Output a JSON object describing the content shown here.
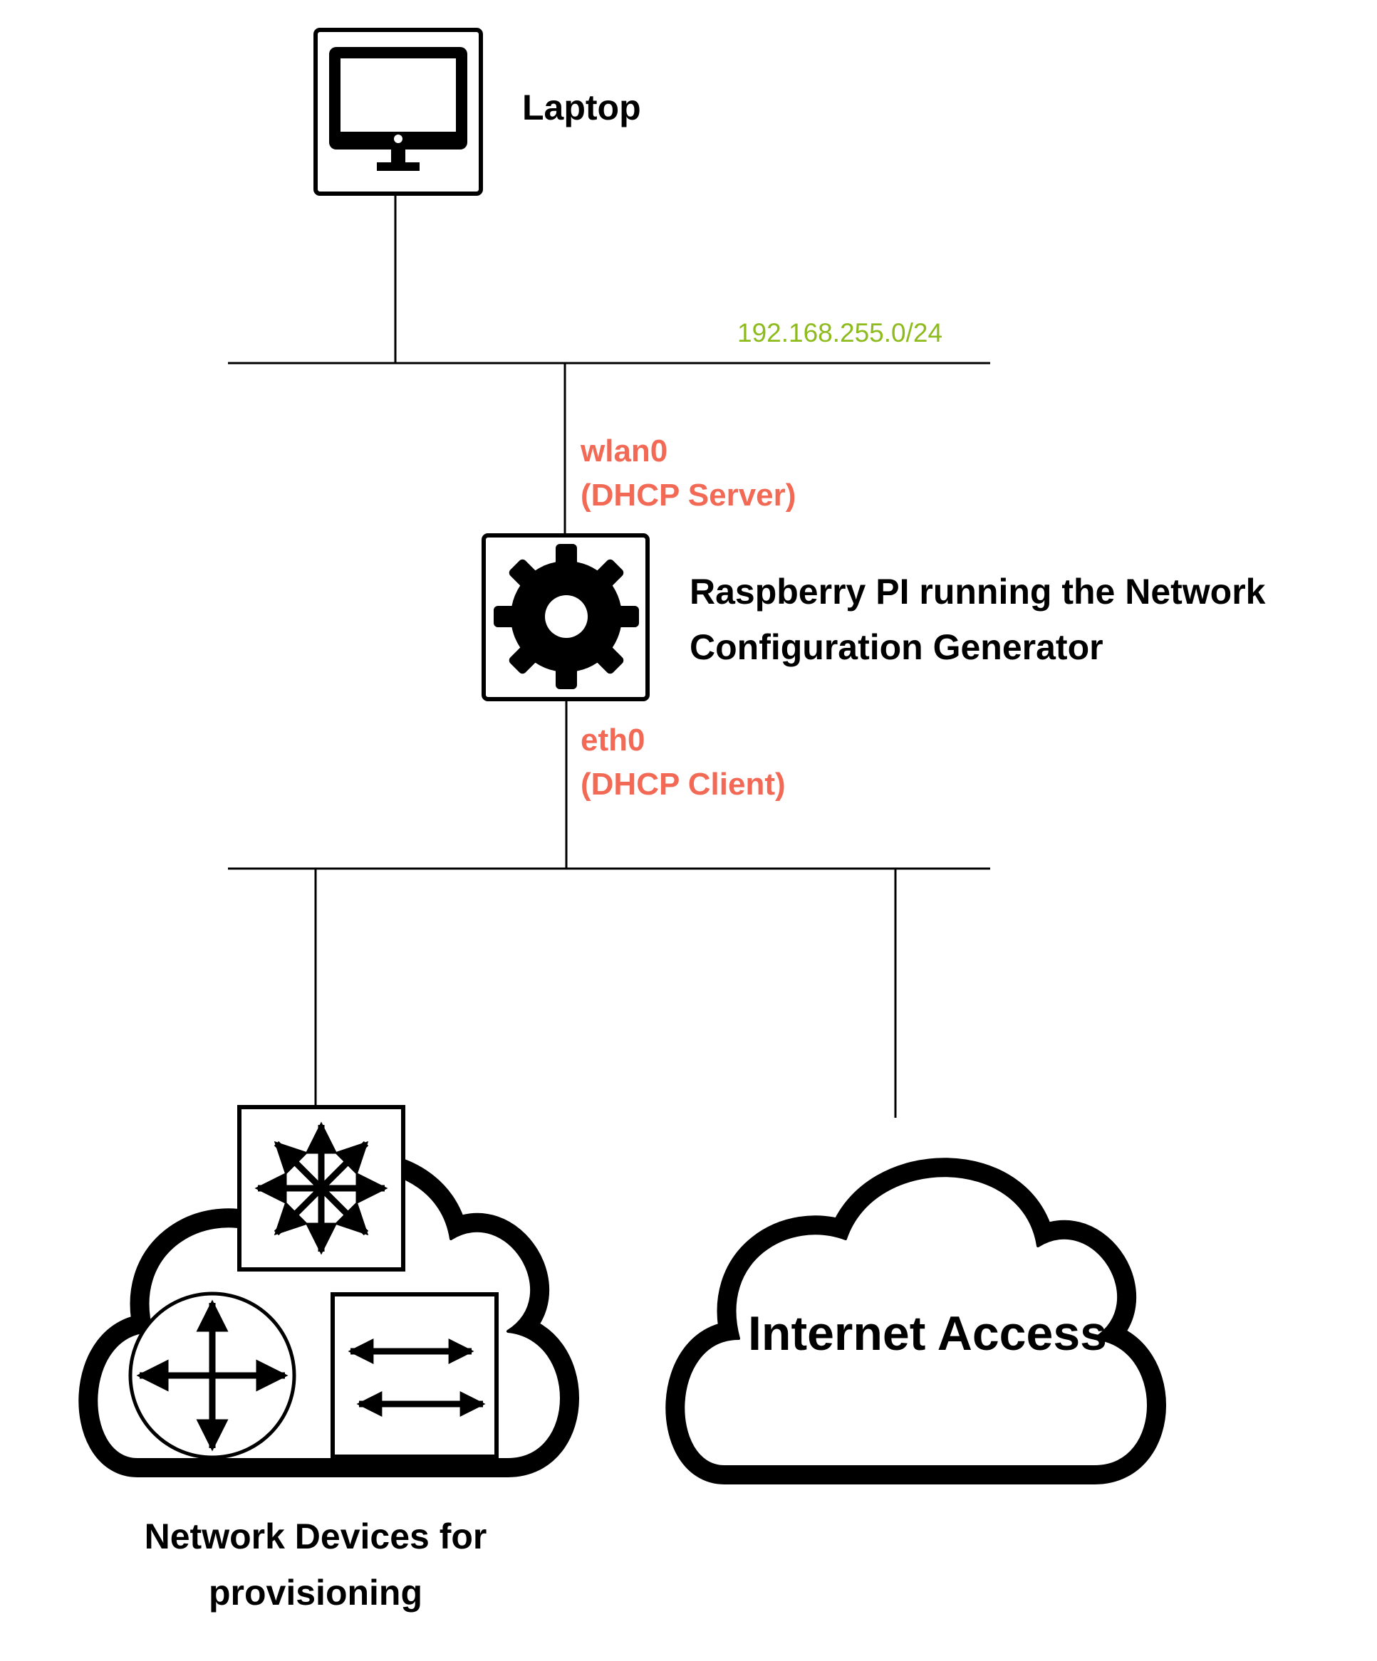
{
  "laptop": {
    "label": "Laptop",
    "icon": "monitor-icon"
  },
  "wifi_network": {
    "subnet": "192.168.255.0/24",
    "color": "#8dbb1c"
  },
  "raspberry_pi": {
    "label_line1": "Raspberry PI running the Network",
    "label_line2": "Configuration Generator",
    "icon": "gear-icon"
  },
  "interfaces": {
    "color": "#f26a55",
    "wlan_name": "wlan0",
    "wlan_role": "(DHCP Server)",
    "eth_name": "eth0",
    "eth_role": "(DHCP Client)"
  },
  "device_cloud": {
    "label_line1": "Network Devices for",
    "label_line2": "provisioning",
    "icons": [
      "multilayer-switch-icon",
      "router-icon",
      "switch-icon"
    ]
  },
  "internet_cloud": {
    "label": "Internet Access"
  }
}
